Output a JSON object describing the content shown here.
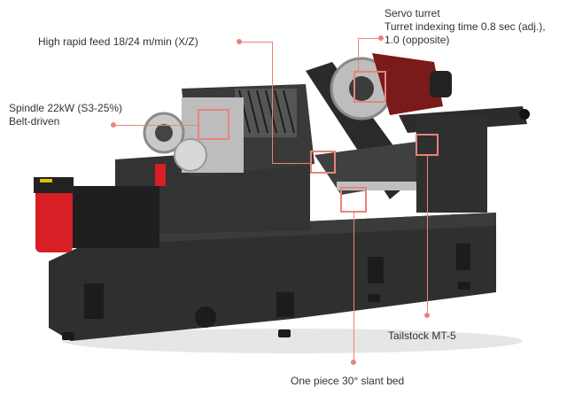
{
  "image": {
    "subject": "CNC slant bed lathe with annotated features",
    "accent_color": "#e8847a",
    "machine_body_color": "#2e2e2e",
    "motor_color": "#d81f26"
  },
  "annotations": [
    {
      "id": "rapid-feed",
      "lines": [
        "High rapid feed 18/24 m/min (X/Z)"
      ]
    },
    {
      "id": "servo-turret",
      "lines": [
        "Servo turret",
        "Turret indexing time 0.8 sec (adj.),",
        "1.0 (opposite)"
      ]
    },
    {
      "id": "spindle",
      "lines": [
        "Spindle 22kW (S3-25%)",
        "Belt-driven"
      ]
    },
    {
      "id": "tailstock",
      "lines": [
        "Tailstock MT-5"
      ]
    },
    {
      "id": "slant-bed",
      "lines": [
        "One piece 30° slant bed"
      ]
    }
  ]
}
